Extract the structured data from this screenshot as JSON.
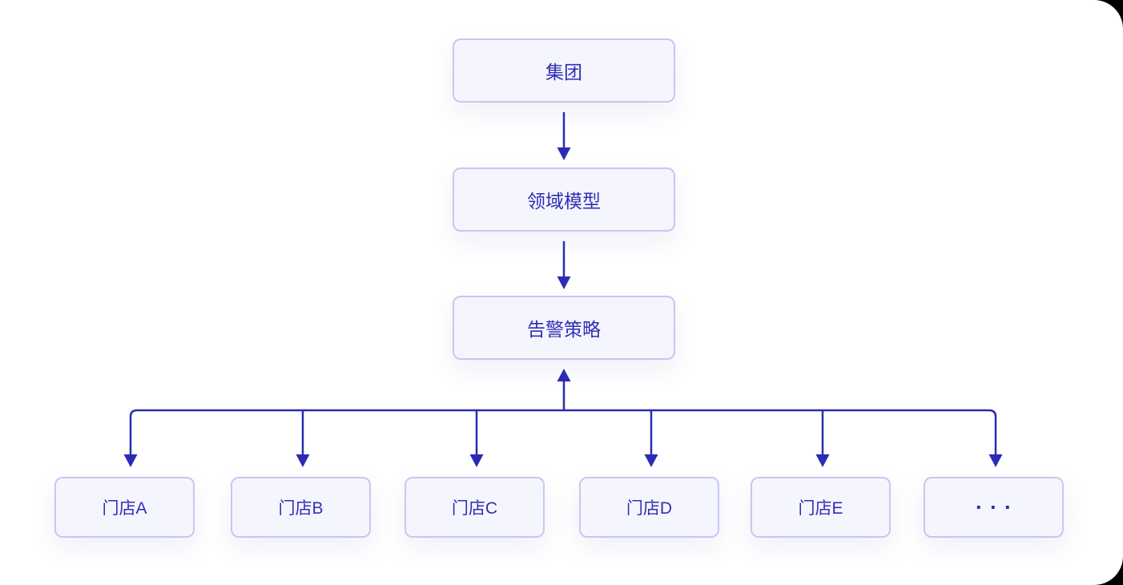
{
  "diagram": {
    "colors": {
      "accent": "#2b2bb5",
      "node_bg": "#f5f5fe",
      "node_border": "#c7c7f1",
      "node_text": "#2f2fb4"
    },
    "nodes": {
      "group": {
        "label": "集团"
      },
      "domain_model": {
        "label": "领域模型"
      },
      "alert_strategy": {
        "label": "告警策略"
      }
    },
    "stores": [
      {
        "label": "门店A"
      },
      {
        "label": "门店B"
      },
      {
        "label": "门店C"
      },
      {
        "label": "门店D"
      },
      {
        "label": "门店E"
      },
      {
        "label": "···"
      }
    ]
  }
}
